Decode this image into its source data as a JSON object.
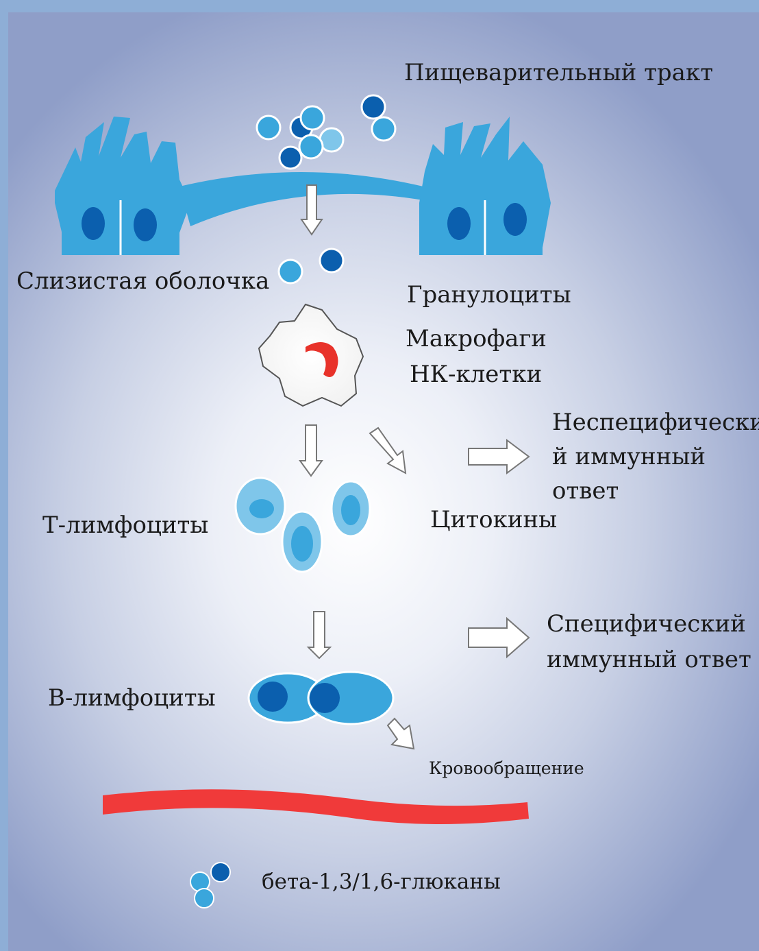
{
  "labels": {
    "digestive_tract": "Пищеварительный тракт",
    "mucosa": "Слизистая оболочка",
    "granulocytes": "Гранулоциты",
    "macrophages": "Макрофаги",
    "nk_cells": "НК-клетки",
    "nonspecific_line1": "Неспецифически",
    "nonspecific_line2": "й иммунный",
    "nonspecific_line3": "ответ",
    "cytokines": "Цитокины",
    "t_lymphocytes": "Т-лимфоциты",
    "specific_line1": "Специфический",
    "specific_line2": "иммунный ответ",
    "b_lymphocytes": "В-лимфоциты",
    "circulation": "Кровообращение",
    "legend_glucans": "бета-1,3/1,6-глюканы"
  },
  "colors": {
    "frame": "#8eaed6",
    "cell_light": "#3aa6dc",
    "cell_dark": "#0b5fae",
    "cell_pale": "#7fc6ea",
    "nucleus": "#1670b8",
    "blood": "#f03a3a",
    "macrophage_nucleus": "#e8322a"
  },
  "icons": {
    "glucan": "glucan-particle-icon",
    "arrow": "hollow-arrow-icon"
  }
}
